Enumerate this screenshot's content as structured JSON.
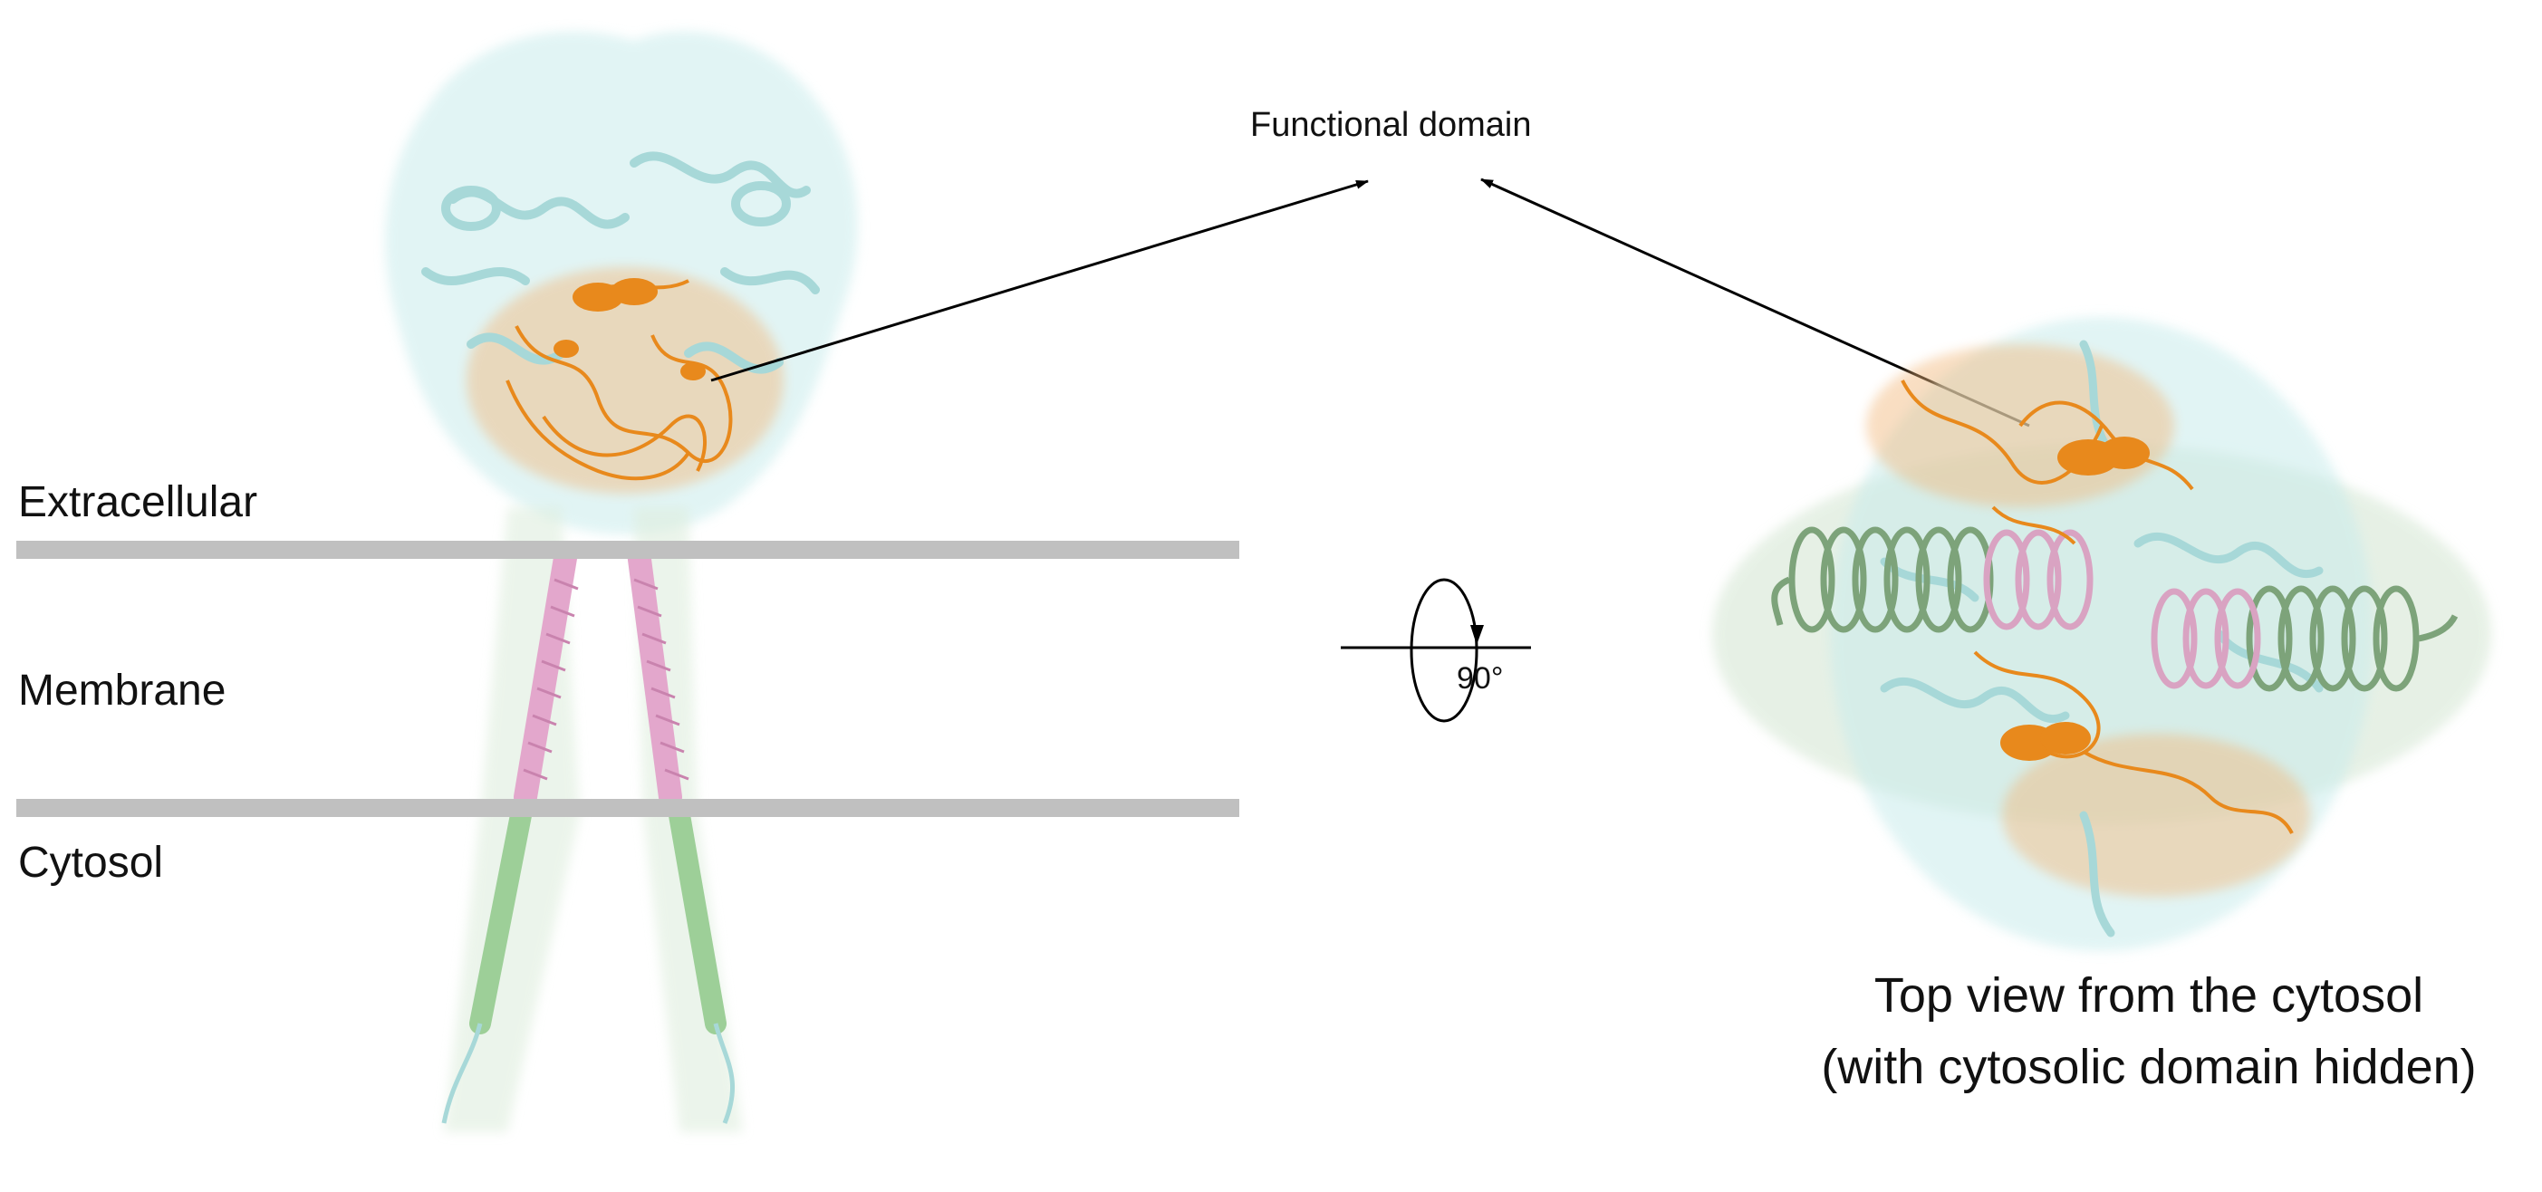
{
  "labels": {
    "functional_domain": "Functional domain",
    "extracellular": "Extracellular",
    "membrane": "Membrane",
    "cytosol": "Cytosol",
    "rotation": "90°",
    "top_view_line1": "Top view from the cytosol",
    "top_view_line2": "(with cytosolic domain hidden)"
  },
  "colors": {
    "membrane_line": "#c0c0c0",
    "surface_cyan": "#c9ecec",
    "ribbon_cyan": "#a7d8d8",
    "functional_orange": "#e8891c",
    "transmembrane_pink": "#e3a7cc",
    "cytosolic_green": "#9dcf98",
    "top_green_helix": "#7da37a",
    "arrow": "#000000"
  }
}
